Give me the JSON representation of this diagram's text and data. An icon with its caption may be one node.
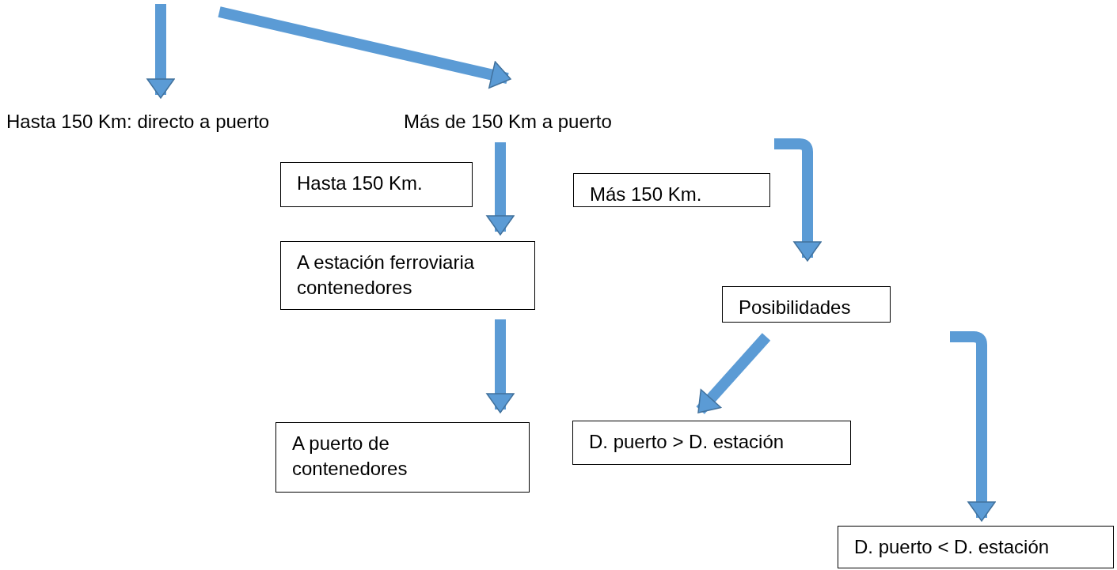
{
  "diagram": {
    "nodes": [
      {
        "text": [
          "Hasta 150 Km: directo a puerto"
        ]
      },
      {
        "text": [
          "Más de 150 Km a puerto"
        ]
      },
      {
        "text": [
          "Hasta 150 Km."
        ]
      },
      {
        "text": [
          "Más 150 Km."
        ]
      },
      {
        "text": [
          "A estación ferroviaria contenedores"
        ]
      },
      {
        "text": [
          "Posibilidades"
        ]
      },
      {
        "text": [
          "A puerto de contenedores"
        ]
      },
      {
        "text": [
          "D. puerto > D. estación"
        ]
      },
      {
        "text": [
          "D. puerto < D. estación"
        ]
      }
    ],
    "edges": [
      {
        "from": null,
        "to": 0,
        "arrow": "to"
      },
      {
        "from": null,
        "to": 1,
        "arrow": "to"
      },
      {
        "from": 1,
        "to": 4,
        "arrow": "to"
      },
      {
        "from": null,
        "to": 5,
        "arrow": "to"
      },
      {
        "from": 4,
        "to": 6,
        "arrow": "to"
      },
      {
        "from": 5,
        "to": 7,
        "arrow": "to"
      },
      {
        "from": 5,
        "to": 8,
        "arrow": "to"
      }
    ]
  }
}
